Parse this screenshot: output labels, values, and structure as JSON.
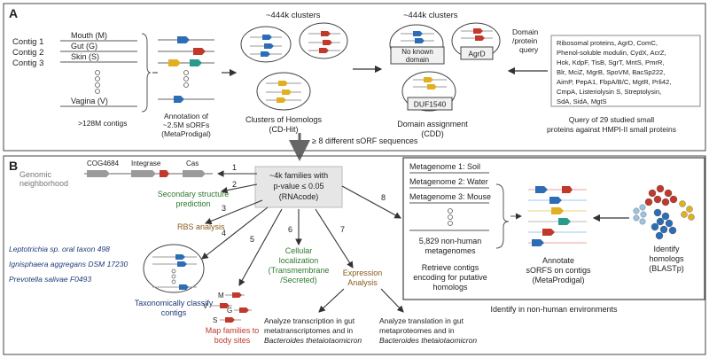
{
  "panel_a": {
    "label": "A",
    "contigs": [
      "Contig 1",
      "Contig 2",
      "Contig 3"
    ],
    "sites": [
      "Mouth (M)",
      "Gut (G)",
      "Skin (S)",
      "Vagina (V)"
    ],
    "contig_count": ">128M contigs",
    "annotation": [
      "Annotation of",
      "~2.5M sORFs",
      "(MetaProdigal)"
    ],
    "clusters_top": "~444k clusters",
    "clusters_caption": [
      "Clusters of Homologs",
      "(CD-Hit)"
    ],
    "clusters_top2": "~444k clusters",
    "no_domain": [
      "No known",
      "domain"
    ],
    "agrd_box": "AgrD",
    "duf_box": "DUF1540",
    "domain_assign": [
      "Domain assignment",
      "(CDD)"
    ],
    "domain_query": [
      "Domain",
      "/protein",
      "query"
    ],
    "protein_list": [
      "Ribosomal proteins, AgrD, ComC,",
      "Phenol-soluble modulin, CydX, AcrZ,",
      "Hok, KdpF, TisB, SgrT, MntS, PmrR,",
      "Blr, MciZ, MgrB, SpoVM, BacSp222,",
      "AimP, PepA1, FbpA/B/C, MgtR, Prli42,",
      "CmpA, Listeriolysin S, Streptolysin,",
      "SdA, SidA, MgtS"
    ],
    "query_caption": [
      "Query of 29 studied small",
      "proteins against HMPI-II small proteins"
    ],
    "filter_text": "≥ 8 different sORF sequences"
  },
  "panel_b": {
    "label": "B",
    "families_box": [
      "~4k families with",
      "p-value ≤ 0.05",
      "(RNAcode)"
    ],
    "genomic": [
      "Genomic",
      "neighborhood"
    ],
    "neighborhood_genes": [
      "COG4684",
      "Integrase",
      "Cas"
    ],
    "secondary": [
      "Secondary structure",
      "prediction"
    ],
    "rbs": "RBS analysis",
    "species": [
      "Leptotrichia sp. oral taxon 498",
      "Ignisphaera aggregans DSM 17230",
      "Prevotella salivae F0493"
    ],
    "taxon_caption": [
      "Taxonomically classify",
      "contigs"
    ],
    "bodysite_letters": [
      "M",
      "V",
      "G",
      "S"
    ],
    "map_families": [
      "Map families to",
      "body sites"
    ],
    "cellular": [
      "Cellular",
      "localization",
      "(Transmembrane",
      "/Secreted)"
    ],
    "expression": [
      "Expression",
      "Analysis"
    ],
    "transcription": [
      "Analyze transcription in gut",
      "metatranscriptomes and in",
      "Bacteroides thetaiotaomicron"
    ],
    "translation": [
      "Analyze translation in gut",
      "metaproteomes and in",
      "Bacteroides thetaiotaomicron"
    ],
    "edge_numbers": [
      "1",
      "2",
      "3",
      "4",
      "5",
      "6",
      "7",
      "8"
    ],
    "metagenomes": [
      "Metagenome 1: Soil",
      "Metagenome 2: Water",
      "Metagenome 3: Mouse"
    ],
    "nonhuman": [
      "5,829 non-human",
      "metagenomes"
    ],
    "retrieve": [
      "Retrieve contigs",
      "encoding for putative",
      "homologs"
    ],
    "annotate": [
      "Annotate",
      "sORFS on contigs",
      "(MetaProdigal)"
    ],
    "identify": [
      "Identify",
      "homologs",
      "(BLASTp)"
    ],
    "nonhuman_caption": "Identify in non-human environments"
  },
  "colors": {
    "blue": "#2d6db5",
    "red": "#c0392b",
    "yellow": "#e0b020",
    "teal": "#2a9a8a",
    "lightblue": "#9bc4e6",
    "green_text": "#2e7a2e",
    "brown_text": "#8a5a1c",
    "navy_text": "#1f3a7a"
  }
}
